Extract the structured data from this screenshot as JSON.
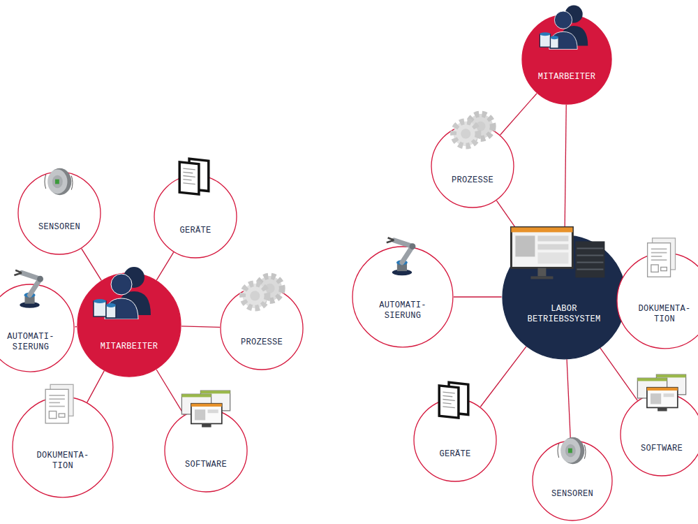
{
  "diagram": {
    "nodes": [
      {
        "text": [
          "MITARBEITER"
        ]
      },
      {
        "text": [
          "SENSOREN"
        ]
      },
      {
        "text": [
          "GERÄTE"
        ]
      },
      {
        "text": [
          "PROZESSE"
        ]
      },
      {
        "text": [
          "SOFTWARE"
        ]
      },
      {
        "text": [
          "DOKUMENTA- TION"
        ]
      },
      {
        "text": [
          "AUTOMATI- SIERUNG"
        ]
      },
      {
        "text": [
          "MITARBEITER"
        ]
      },
      {
        "text": [
          "PROZESSE"
        ]
      },
      {
        "text": [
          "LABOR BETRIEBSSYSTEM"
        ]
      },
      {
        "text": [
          "AUTOMATI- SIERUNG"
        ]
      },
      {
        "text": [
          "DOKUMENTA- TION"
        ]
      },
      {
        "text": [
          "SOFTWARE"
        ]
      },
      {
        "text": [
          "GERÄTE"
        ]
      },
      {
        "text": [
          "SENSOREN"
        ]
      }
    ],
    "edges": [
      {
        "from": 0,
        "to": 1,
        "arrow": "none"
      },
      {
        "from": 0,
        "to": 2,
        "arrow": "none"
      },
      {
        "from": 0,
        "to": 3,
        "arrow": "none"
      },
      {
        "from": 0,
        "to": 4,
        "arrow": "none"
      },
      {
        "from": 0,
        "to": 5,
        "arrow": "none"
      },
      {
        "from": 0,
        "to": 6,
        "arrow": "none"
      },
      {
        "from": 7,
        "to": 8,
        "arrow": "none"
      },
      {
        "from": 7,
        "to": 9,
        "arrow": "none"
      },
      {
        "from": 8,
        "to": 9,
        "arrow": "none"
      },
      {
        "from": 9,
        "to": 10,
        "arrow": "none"
      },
      {
        "from": 9,
        "to": 11,
        "arrow": "none"
      },
      {
        "from": 9,
        "to": 12,
        "arrow": "none"
      },
      {
        "from": 9,
        "to": 13,
        "arrow": "none"
      },
      {
        "from": 9,
        "to": 14,
        "arrow": "none"
      }
    ]
  }
}
